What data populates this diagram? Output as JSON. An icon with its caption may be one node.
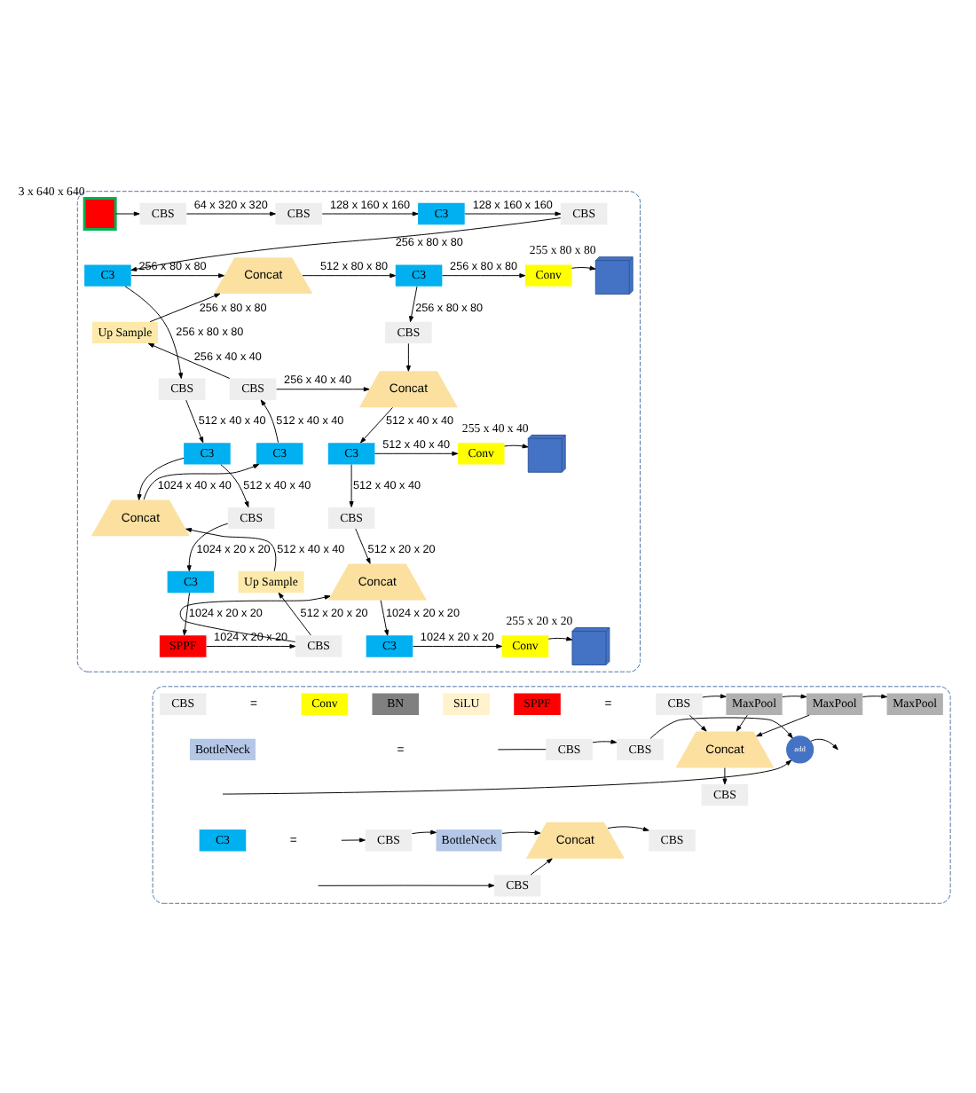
{
  "diagram": {
    "nodes": [
      {
        "text": [],
        "shape": "box"
      },
      {
        "text": [],
        "shape": "box",
        "in": 0,
        "beside": [
          "3 x 640 x 640"
        ]
      },
      {
        "text": [
          "CBS"
        ],
        "in": 0
      },
      {
        "text": [
          "CBS"
        ],
        "in": 0
      },
      {
        "text": [
          "C3"
        ],
        "in": 0
      },
      {
        "text": [
          "CBS"
        ],
        "in": 0
      },
      {
        "text": [
          "C3"
        ],
        "in": 0
      },
      {
        "text": [
          "CBS"
        ],
        "in": 0
      },
      {
        "text": [
          "C3"
        ],
        "in": 0
      },
      {
        "text": [
          "CBS"
        ],
        "in": 0
      },
      {
        "text": [
          "C3"
        ],
        "in": 0
      },
      {
        "text": [
          "SPPF"
        ],
        "in": 0
      },
      {
        "text": [
          "CBS"
        ],
        "in": 0
      },
      {
        "text": [
          "Up Sample"
        ],
        "in": 0
      },
      {
        "text": [
          "Concat"
        ],
        "in": 0
      },
      {
        "text": [
          "C3"
        ],
        "in": 0
      },
      {
        "text": [
          "CBS"
        ],
        "in": 0
      },
      {
        "text": [
          "Up Sample"
        ],
        "in": 0
      },
      {
        "text": [
          "Concat"
        ],
        "in": 0
      },
      {
        "text": [
          "C3"
        ],
        "in": 0
      },
      {
        "text": [
          "Conv"
        ],
        "in": 0
      },
      {
        "text": [],
        "shape": "cube",
        "in": 0,
        "beside": [
          "255 x 80 x 80"
        ]
      },
      {
        "text": [
          "CBS"
        ],
        "in": 0
      },
      {
        "text": [
          "Concat"
        ],
        "in": 0
      },
      {
        "text": [
          "C3"
        ],
        "in": 0
      },
      {
        "text": [
          "Conv"
        ],
        "in": 0
      },
      {
        "text": [],
        "shape": "cube",
        "in": 0,
        "beside": [
          "255 x 40 x 40"
        ]
      },
      {
        "text": [
          "CBS"
        ],
        "in": 0
      },
      {
        "text": [
          "Concat"
        ],
        "in": 0
      },
      {
        "text": [
          "C3"
        ],
        "in": 0
      },
      {
        "text": [
          "Conv"
        ],
        "in": 0
      },
      {
        "text": [],
        "shape": "cube",
        "in": 0,
        "beside": [
          "255 x 20 x 20"
        ]
      },
      {
        "text": [],
        "shape": "box"
      },
      {
        "text": [
          "CBS"
        ],
        "in": 32
      },
      {
        "text": [
          "Conv"
        ],
        "in": 32
      },
      {
        "text": [
          "BN"
        ],
        "in": 32
      },
      {
        "text": [
          "SiLU"
        ],
        "in": 32
      },
      {
        "text": [
          "SPPF"
        ],
        "in": 32
      },
      {
        "text": [
          "CBS"
        ],
        "in": 32
      },
      {
        "text": [
          "MaxPool"
        ],
        "in": 32
      },
      {
        "text": [
          "MaxPool"
        ],
        "in": 32
      },
      {
        "text": [
          "MaxPool"
        ],
        "in": 32
      },
      {
        "text": [
          "Concat"
        ],
        "in": 32
      },
      {
        "text": [
          "CBS"
        ],
        "in": 32
      },
      {
        "text": [
          "BottleNeck"
        ],
        "in": 32
      },
      {
        "text": [
          "CBS"
        ],
        "in": 32
      },
      {
        "text": [
          "CBS"
        ],
        "in": 32
      },
      {
        "text": [
          "add"
        ],
        "in": 32
      },
      {
        "text": [
          "C3"
        ],
        "in": 32
      },
      {
        "text": [
          "CBS"
        ],
        "in": 32
      },
      {
        "text": [
          "BottleNeck"
        ],
        "in": 32
      },
      {
        "text": [
          "CBS"
        ],
        "in": 32
      },
      {
        "text": [
          "Concat"
        ],
        "in": 32
      },
      {
        "text": [
          "CBS"
        ],
        "in": 32
      }
    ],
    "edges": [
      {
        "from": 1,
        "to": 2,
        "arrow": "to"
      },
      {
        "from": 2,
        "to": 3,
        "arrow": "to",
        "label": "64 x 320 x 320"
      },
      {
        "from": 3,
        "to": 4,
        "arrow": "to",
        "label": "128 x 160 x 160"
      },
      {
        "from": 4,
        "to": 5,
        "arrow": "to",
        "label": "128 x 160 x 160"
      },
      {
        "from": 5,
        "to": 6,
        "arrow": "to",
        "label": "256 x 80 x 80"
      },
      {
        "from": 6,
        "to": 18,
        "arrow": "to",
        "label": "256 x 80 x 80"
      },
      {
        "from": 6,
        "to": 7,
        "arrow": "to",
        "label": "256 x 80 x 80"
      },
      {
        "from": 7,
        "to": 8,
        "arrow": "to",
        "label": "512 x 40 x 40"
      },
      {
        "from": 8,
        "to": 14,
        "arrow": "to"
      },
      {
        "from": 8,
        "to": 9,
        "arrow": "to",
        "label": "512 x 40 x 40"
      },
      {
        "from": 9,
        "to": 10,
        "arrow": "to",
        "label": "1024 x 20 x 20"
      },
      {
        "from": 10,
        "to": 11,
        "arrow": "to",
        "label": "1024 x 20 x 20"
      },
      {
        "from": 11,
        "to": 12,
        "arrow": "to",
        "label": "1024 x 20 x 20"
      },
      {
        "from": 12,
        "to": 13,
        "arrow": "to",
        "label": "512 x 20 x 20"
      },
      {
        "from": 12,
        "to": 28,
        "arrow": "to"
      },
      {
        "from": 13,
        "to": 14,
        "arrow": "to",
        "label": "512 x 40 x 40"
      },
      {
        "from": 14,
        "to": 15,
        "arrow": "to",
        "label": "1024 x 40 x 40"
      },
      {
        "from": 15,
        "to": 16,
        "arrow": "to",
        "label": "512 x 40 x 40"
      },
      {
        "from": 16,
        "to": 17,
        "arrow": "to",
        "label": "256 x 40 x 40"
      },
      {
        "from": 16,
        "to": 23,
        "arrow": "to",
        "label": "256 x 40 x 40"
      },
      {
        "from": 17,
        "to": 18,
        "arrow": "to",
        "label": "256 x 80 x 80"
      },
      {
        "from": 18,
        "to": 19,
        "arrow": "to",
        "label": "512 x 80 x 80"
      },
      {
        "from": 19,
        "to": 20,
        "arrow": "to",
        "label": "256 x 80 x 80"
      },
      {
        "from": 20,
        "to": 21,
        "arrow": "to"
      },
      {
        "from": 19,
        "to": 22,
        "arrow": "to",
        "label": "256 x 80 x 80"
      },
      {
        "from": 22,
        "to": 23,
        "arrow": "to"
      },
      {
        "from": 23,
        "to": 24,
        "arrow": "to",
        "label": "512 x 40 x 40"
      },
      {
        "from": 24,
        "to": 25,
        "arrow": "to",
        "label": "512 x 40 x 40"
      },
      {
        "from": 25,
        "to": 26,
        "arrow": "to"
      },
      {
        "from": 24,
        "to": 27,
        "arrow": "to",
        "label": "512 x 40 x 40"
      },
      {
        "from": 27,
        "to": 28,
        "arrow": "to",
        "label": "512 x 20 x 20"
      },
      {
        "from": 28,
        "to": 29,
        "arrow": "to",
        "label": "1024 x 20 x 20"
      },
      {
        "from": 29,
        "to": 30,
        "arrow": "to",
        "label": "1024 x 20 x 20"
      },
      {
        "from": 30,
        "to": 31,
        "arrow": "to"
      },
      {
        "from": 38,
        "to": 39,
        "arrow": "to"
      },
      {
        "from": 39,
        "to": 40,
        "arrow": "to"
      },
      {
        "from": 40,
        "to": 41,
        "arrow": "to"
      },
      {
        "from": 38,
        "to": 42,
        "arrow": "to"
      },
      {
        "from": 39,
        "to": 42,
        "arrow": "to"
      },
      {
        "from": 40,
        "to": 42,
        "arrow": "to"
      },
      {
        "from": 42,
        "to": 43,
        "arrow": "to"
      },
      {
        "from": null,
        "to": 45,
        "arrow": "none"
      },
      {
        "from": 45,
        "to": 46,
        "arrow": "to"
      },
      {
        "from": 46,
        "to": 47,
        "arrow": "to"
      },
      {
        "from": null,
        "to": 47,
        "arrow": "to"
      },
      {
        "from": 47,
        "to": null,
        "arrow": "to"
      },
      {
        "from": null,
        "to": 49,
        "arrow": "to"
      },
      {
        "from": null,
        "to": 51,
        "arrow": "to"
      },
      {
        "from": 49,
        "to": 50,
        "arrow": "to"
      },
      {
        "from": 50,
        "to": 52,
        "arrow": "to"
      },
      {
        "from": 51,
        "to": 52,
        "arrow": "to"
      },
      {
        "from": 52,
        "to": 53,
        "arrow": "to"
      }
    ],
    "labels": [
      "=",
      "=",
      "=",
      "="
    ]
  }
}
